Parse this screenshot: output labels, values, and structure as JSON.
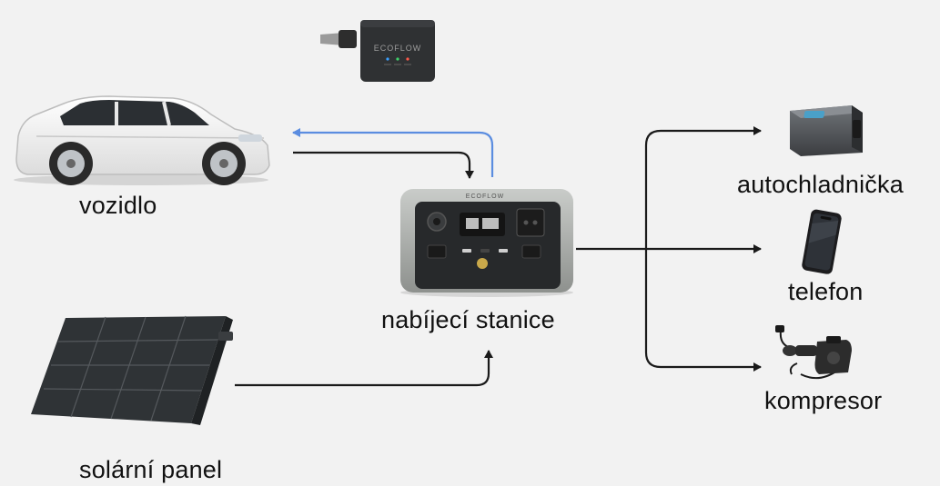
{
  "nodes": {
    "vehicle": {
      "label": "vozidlo",
      "icon": "car-icon"
    },
    "station": {
      "label": "nabíjecí stanice",
      "icon": "power-station-icon",
      "brand": "ECOFLOW"
    },
    "solar": {
      "label": "solární panel",
      "icon": "solar-panel-icon"
    },
    "car_charger": {
      "icon": "car-charger-icon",
      "brand": "ECOFLOW"
    },
    "fridge": {
      "label": "autochladnička",
      "icon": "car-fridge-icon"
    },
    "phone": {
      "label": "telefon",
      "icon": "phone-icon"
    },
    "compressor": {
      "label": "kompresor",
      "icon": "air-compressor-icon"
    }
  },
  "colors": {
    "background": "#f2f2f2",
    "arrow": "#1a1a1a",
    "return_arrow": "#5b8de0"
  }
}
